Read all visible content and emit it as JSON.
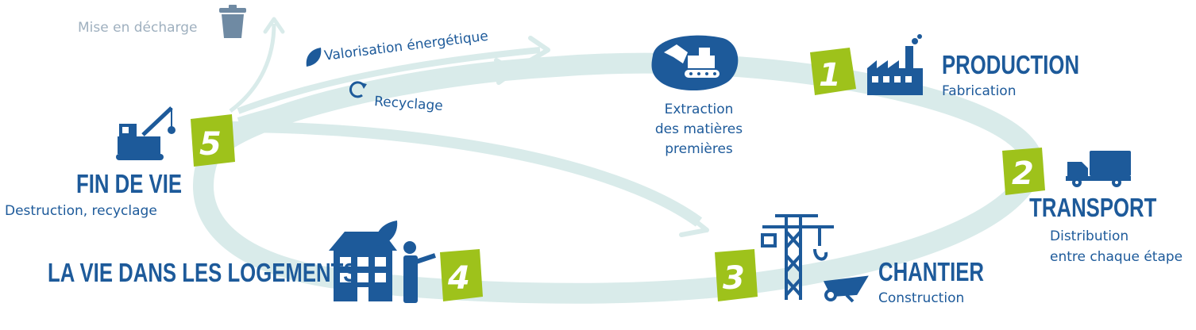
{
  "colors": {
    "ring": "#d9ebea",
    "ring_arrow": "#cfe6e5",
    "primary": "#1d5a9a",
    "badge": "#9ec21b",
    "muted": "#9fb0bf"
  },
  "steps": [
    {
      "number": "1",
      "title": "PRODUCTION",
      "subtitle": "Fabrication",
      "icon": "factory-icon"
    },
    {
      "number": "2",
      "title": "TRANSPORT",
      "subtitle_lines": [
        "Distribution",
        "entre chaque étape"
      ],
      "icon": "truck-icon"
    },
    {
      "number": "3",
      "title": "CHANTIER",
      "subtitle": "Construction",
      "icon": "crane-wheelbarrow-icon"
    },
    {
      "number": "4",
      "title": "LA VIE DANS LES LOGEMENTS",
      "icon": "house-person-icon"
    },
    {
      "number": "5",
      "title": "FIN DE VIE",
      "subtitle": "Destruction, recyclage",
      "icon": "demolition-crane-icon"
    }
  ],
  "extraction": {
    "lines": [
      "Extraction",
      "des matières",
      "premières"
    ],
    "icon": "excavator-icon"
  },
  "end_of_life_paths": {
    "landfill": {
      "label": "Mise en décharge",
      "icon": "trash-can-icon"
    },
    "energy": {
      "label": "Valorisation énergétique",
      "icon": "leaf-icon"
    },
    "recycling": {
      "label": "Recyclage",
      "icon": "recycle-icon"
    }
  }
}
